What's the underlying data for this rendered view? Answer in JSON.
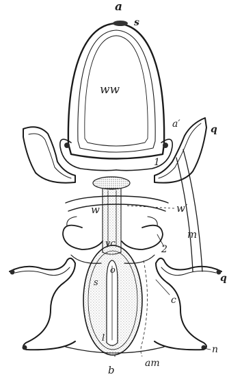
{
  "figure": {
    "labels": {
      "a": "a",
      "s": "s",
      "ww": "ww",
      "a_prime": "a′",
      "q_top": "q",
      "one": "1",
      "w": "w",
      "w_prime": "w′",
      "m": "m",
      "vc": "vc",
      "two": "2",
      "q_mid": "q",
      "o": "o",
      "s_inner": "s",
      "c": "c",
      "l": "l",
      "n": "n",
      "am": "am",
      "b": "b"
    },
    "colors": {
      "ink": "#1a1a1a",
      "paper": "#ffffff",
      "stipple": "#6b6b6b"
    }
  }
}
